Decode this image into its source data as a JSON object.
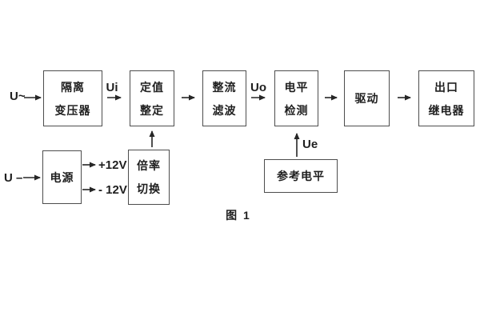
{
  "diagram": {
    "caption": "图 1",
    "blocks": {
      "isolation_transformer": {
        "line1": "隔离",
        "line2": "变压器"
      },
      "setting": {
        "line1": "定值",
        "line2": "整定"
      },
      "rectifier_filter": {
        "line1": "整流",
        "line2": "滤波"
      },
      "level_detection": {
        "line1": "电平",
        "line2": "检测"
      },
      "driver": {
        "line1": "驱动"
      },
      "output_relay": {
        "line1": "出口",
        "line2": "继电器"
      },
      "power_supply": {
        "line1": "电源"
      },
      "ratio_switch": {
        "line1": "倍率",
        "line2": "切换"
      },
      "reference_level": {
        "line1": "参考电平"
      }
    },
    "signals": {
      "input_ac": "U~",
      "input_dc": "U –",
      "ui": "Ui",
      "uo": "Uo",
      "ue": "Ue",
      "plus_12v": "+12V",
      "minus_12v": "- 12V"
    },
    "colors": {
      "box_border": "#4d4d4d",
      "text": "#1f1f1f",
      "arrow": "#262626",
      "background": "#ffffff"
    }
  }
}
